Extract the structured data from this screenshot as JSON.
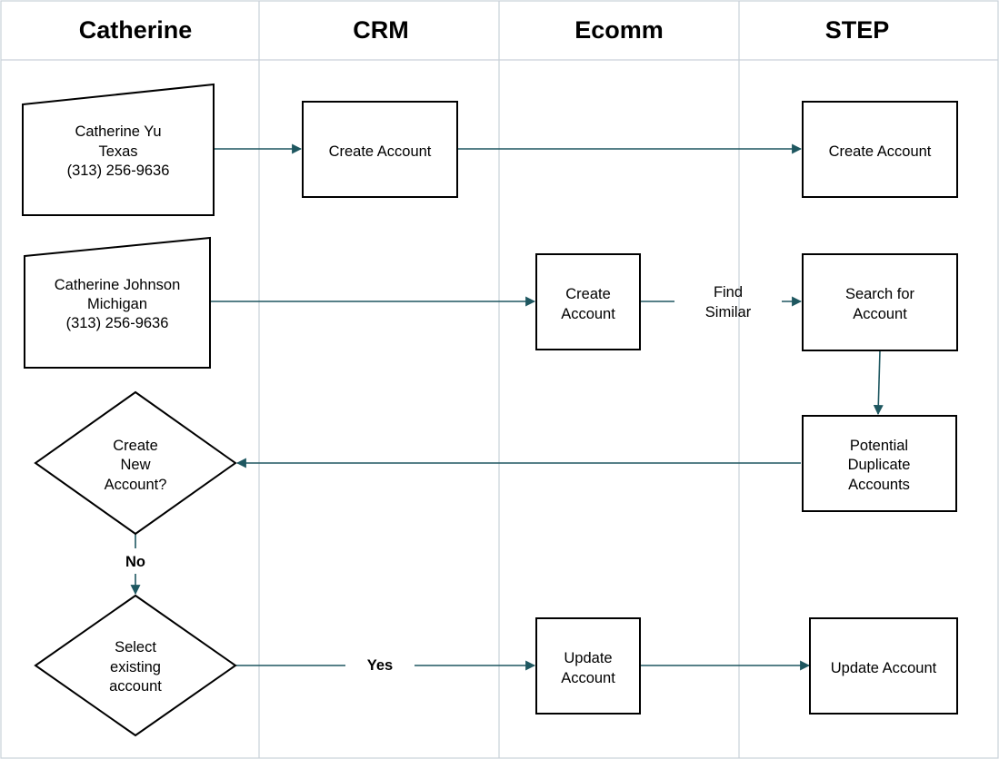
{
  "lanes": {
    "catherine": "Catherine",
    "crm": "CRM",
    "ecomm": "Ecomm",
    "step": "STEP"
  },
  "nodes": {
    "input_yu": [
      "Catherine Yu",
      "Texas",
      "(313) 256-9636"
    ],
    "crm_create": [
      "Create Account"
    ],
    "step_create": [
      "Create Account"
    ],
    "input_johnson": [
      "Catherine Johnson",
      "Michigan",
      "(313) 256-9636"
    ],
    "ecomm_create": [
      "Create",
      "Account"
    ],
    "step_search": [
      "Search for",
      "Account"
    ],
    "step_duplicates": [
      "Potential",
      "Duplicate",
      "Accounts"
    ],
    "decision_create_new": [
      "Create",
      "New",
      "Account?"
    ],
    "decision_select_existing": [
      "Select",
      "existing",
      "account"
    ],
    "ecomm_update": [
      "Update",
      "Account"
    ],
    "step_update": [
      "Update Account"
    ]
  },
  "edge_labels": {
    "find_similar": [
      "Find",
      "Similar"
    ],
    "no": "No",
    "yes": "Yes"
  }
}
